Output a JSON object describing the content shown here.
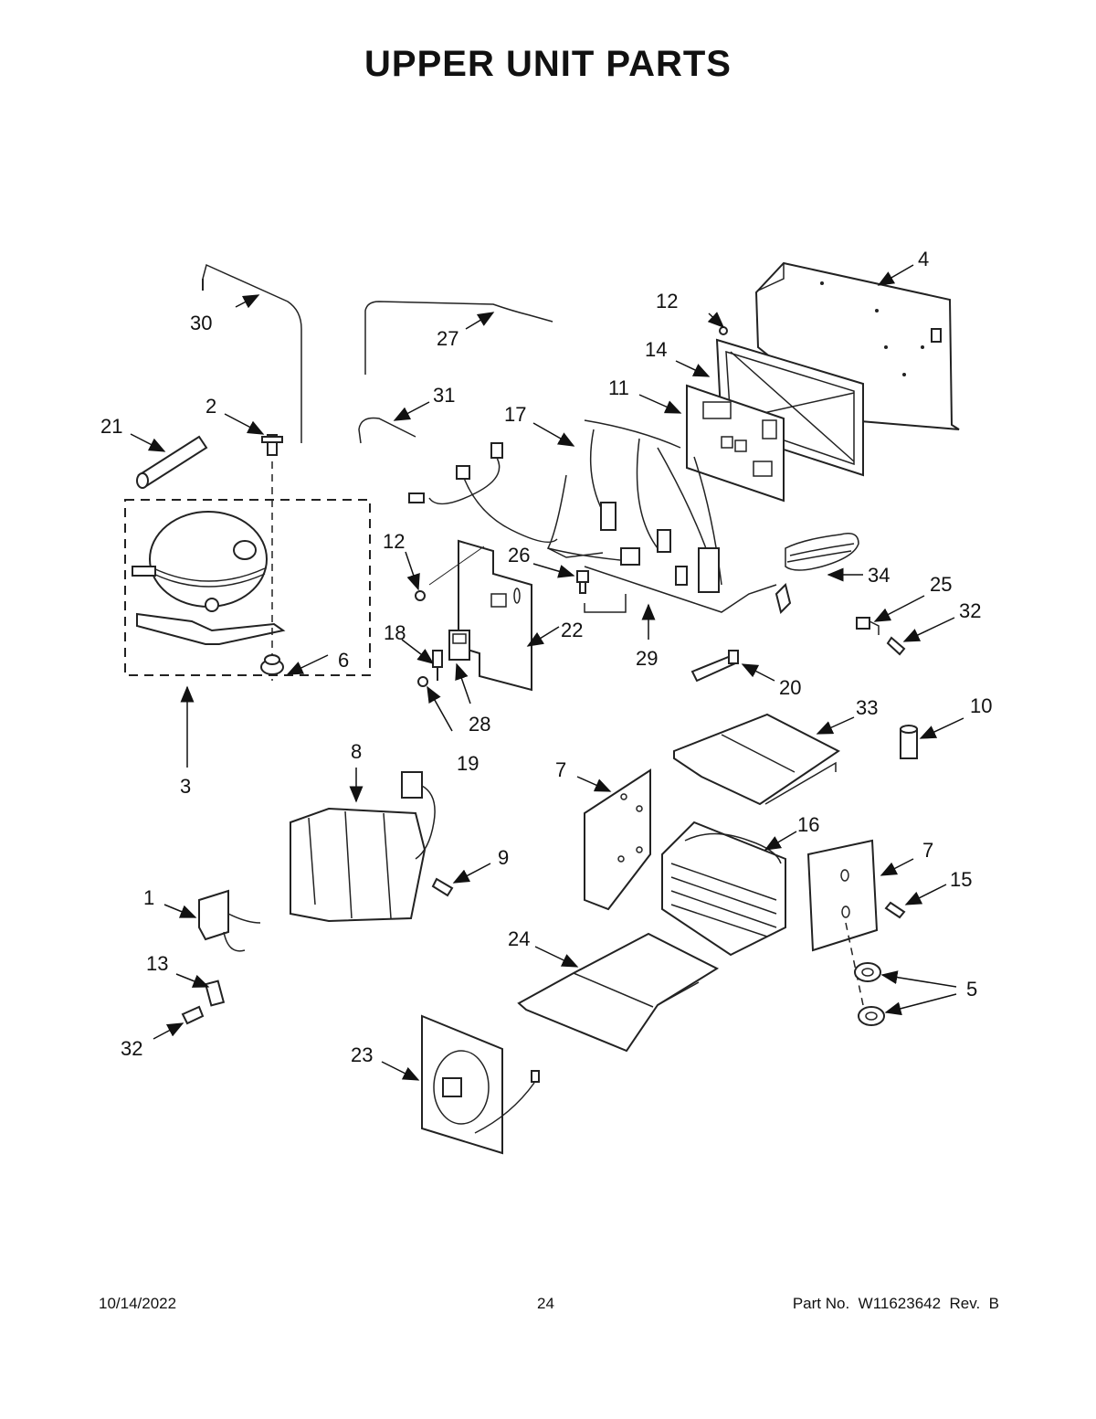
{
  "title": "UPPER UNIT PARTS",
  "footer": {
    "date": "10/14/2022",
    "page": "24",
    "part_no": "Part No.  W11623642  Rev.  B"
  },
  "callouts": {
    "c1": "1",
    "c2": "2",
    "c3": "3",
    "c4": "4",
    "c5": "5",
    "c6": "6",
    "c7a": "7",
    "c7b": "7",
    "c8": "8",
    "c9": "9",
    "c10": "10",
    "c11": "11",
    "c12a": "12",
    "c12b": "12",
    "c13": "13",
    "c14": "14",
    "c15": "15",
    "c16": "16",
    "c17": "17",
    "c18": "18",
    "c19": "19",
    "c20": "20",
    "c21": "21",
    "c22": "22",
    "c23": "23",
    "c24": "24",
    "c25": "25",
    "c26": "26",
    "c27": "27",
    "c28": "28",
    "c29": "29",
    "c30": "30",
    "c31": "31",
    "c32a": "32",
    "c32b": "32",
    "c33": "33",
    "c34": "34"
  }
}
